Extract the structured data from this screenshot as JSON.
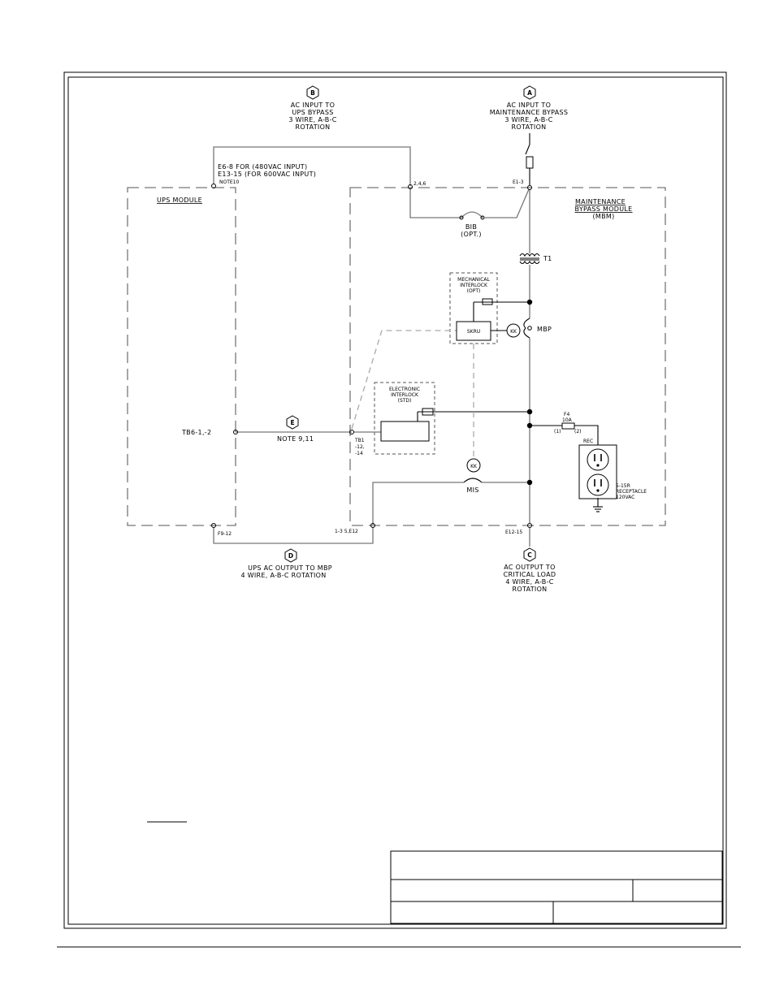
{
  "labels": {
    "node_b": "B",
    "node_a": "A",
    "node_e": "E",
    "node_d": "D",
    "node_c": "C",
    "input_bypass": [
      "AC INPUT TO",
      "UPS BYPASS",
      "3 WIRE, A-B-C",
      "ROTATION"
    ],
    "input_maint": [
      "AC INPUT TO",
      "MAINTENANCE BYPASS",
      "3 WIRE, A-B-C",
      "ROTATION"
    ],
    "e6_note": [
      "E6-8 FOR (480VAC INPUT)",
      "E13-15 (FOR 600VAC INPUT)"
    ],
    "note10": "NOTE10",
    "ups_module": "UPS MODULE",
    "term_246": "2,4,6",
    "term_e13": "E1-3",
    "mbm": [
      "MAINTENANCE",
      "BYPASS MODULE",
      "(MBM)"
    ],
    "bib": [
      "BIB",
      "(OPT.)"
    ],
    "t1": "T1",
    "mech_interlock": [
      "MECHANICAL",
      "INTERLOCK",
      "(OPT)"
    ],
    "skru": "SKRU",
    "kk": "KK",
    "mbp": "MBP",
    "elec_interlock": [
      "ELECTRONIC",
      "INTERLOCK",
      "(STD)"
    ],
    "f4": [
      "F4",
      "10A"
    ],
    "fuse_pins": [
      "(1)",
      "(2)"
    ],
    "rec": "REC",
    "tb6": "TB6-1,-2",
    "note911": "NOTE 9,11",
    "tb1": [
      "TB1",
      "-12,",
      "-14"
    ],
    "mis": "MIS",
    "receptacle": [
      "5-15R",
      "RECEPTACLE",
      "120VAC"
    ],
    "f9": "F9-12",
    "term_13_5": "1-3 5,E12",
    "e1215": "E12-15",
    "ups_output": [
      "UPS AC OUTPUT TO MBP",
      "4 WIRE, A-B-C ROTATION"
    ],
    "critical": [
      "AC OUTPUT TO",
      "CRITICAL LOAD",
      "4 WIRE, A-B-C",
      "ROTATION"
    ]
  }
}
